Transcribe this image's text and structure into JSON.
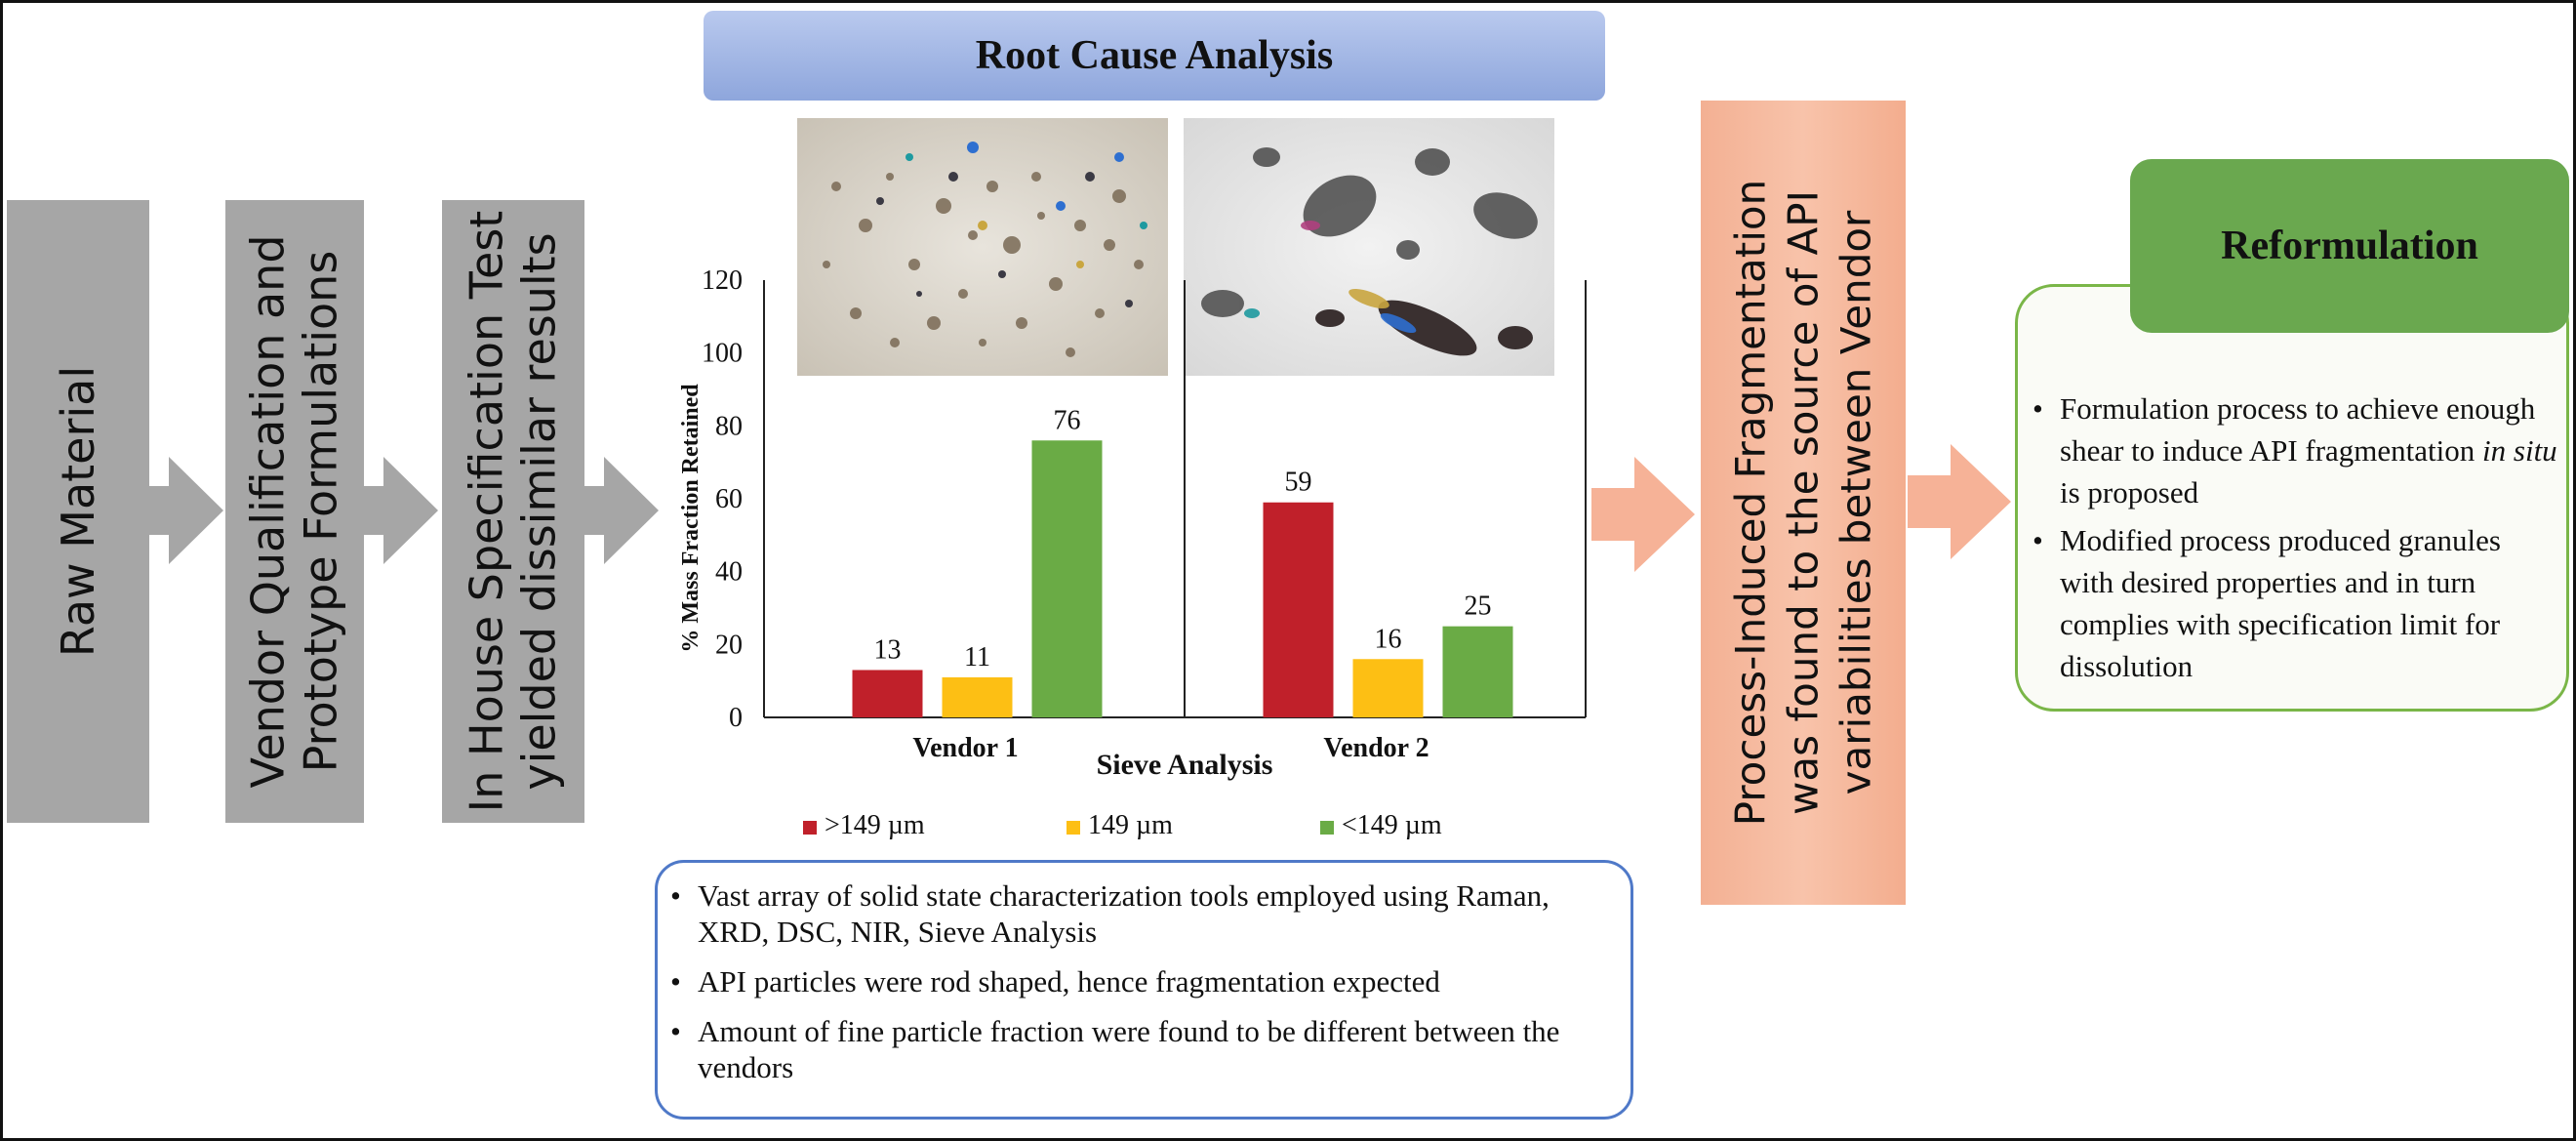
{
  "flow": {
    "step1": "Raw Material",
    "step2": [
      "Vendor Qualification and",
      "Prototype Formulations"
    ],
    "step3": [
      "In House Specification Test",
      "yielded dissimilar results"
    ],
    "finding": [
      "Process-Induced Fragmentation",
      "was found to the source of API",
      "variabilities between Vendor"
    ]
  },
  "root_cause": {
    "title": "Root Cause Analysis",
    "bullets": [
      "Vast array of solid state characterization tools employed using Raman, XRD, DSC, NIR, Sieve Analysis",
      "API particles were rod shaped,  hence fragmentation expected",
      "Amount of fine particle fraction were found to be different between the vendors"
    ]
  },
  "reformulation": {
    "title": "Reformulation",
    "bullet1_before": "Formulation process to achieve enough shear to induce API fragmentation ",
    "bullet1_italic": "in situ",
    "bullet1_after": " is proposed",
    "bullet2": "Modified process produced granules with desired properties and in turn complies with specification limit for dissolution"
  },
  "chart_data": {
    "type": "bar",
    "title": "",
    "xlabel": "Sieve Analysis",
    "ylabel": "% Mass Fraction Retained",
    "ylim": [
      0,
      120
    ],
    "yticks": [
      0,
      20,
      40,
      60,
      80,
      100,
      120
    ],
    "categories": [
      "Vendor 1",
      "Vendor 2"
    ],
    "series": [
      {
        "name": ">149 µm",
        "color": "#c0202a",
        "values": [
          13,
          59
        ]
      },
      {
        "name": "149 µm",
        "color": "#fdbf14",
        "values": [
          11,
          16
        ]
      },
      {
        "name": "<149 µm",
        "color": "#6aab45",
        "values": [
          76,
          25
        ]
      }
    ],
    "grid": false,
    "legend": "bottom"
  },
  "colors": {
    "gray": "#a6a6a6",
    "pink": "#f5b69a",
    "green": "#6aa84f",
    "blue_banner": "#9db3e6",
    "blue_border": "#4f79c8"
  }
}
